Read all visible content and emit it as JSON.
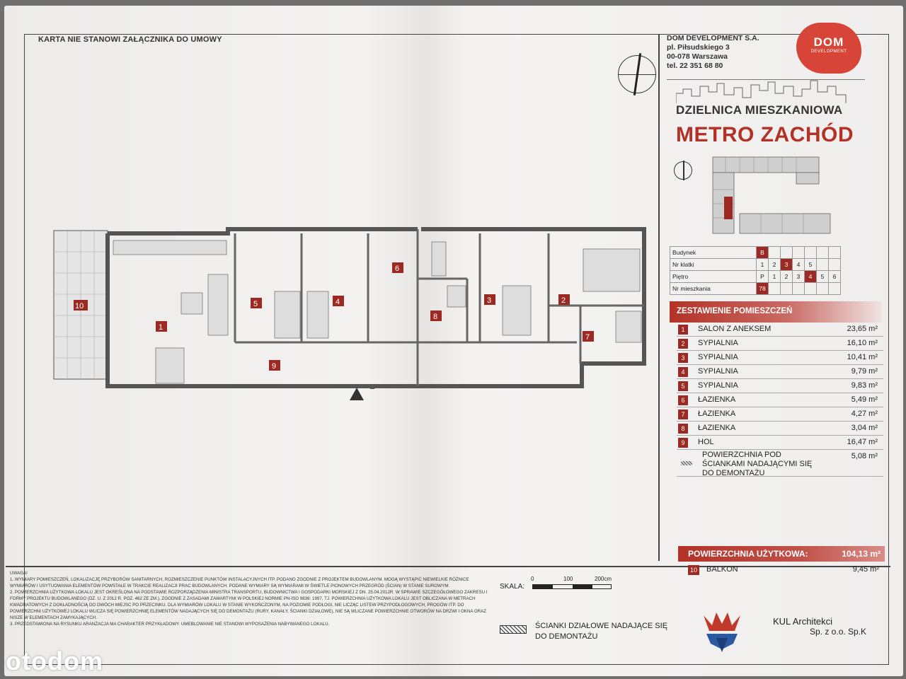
{
  "header": {
    "disclaimer": "KARTA NIE STANOWI ZAŁĄCZNIKA DO UMOWY"
  },
  "company": {
    "name": "DOM DEVELOPMENT S.A.",
    "address1": "pl. Piłsudskiego 3",
    "address2": "00-078 Warszawa",
    "phone": "tel. 22 351 68 80",
    "logo_text": "DOM",
    "logo_sub": "DEVELOPMENT",
    "logo_color": "#d64538"
  },
  "project": {
    "line1": "DZIELNICA MIESZKANIOWA",
    "line2": "METRO ZACHÓD",
    "accent_color": "#b33227"
  },
  "unit_info": {
    "budynek_label": "Budynek",
    "budynek_value": "B",
    "klatka_label": "Nr klatki",
    "klatki": [
      "1",
      "2",
      "3",
      "4",
      "5"
    ],
    "klatka_selected": "3",
    "pietro_label": "Piętro",
    "pietra": [
      "P",
      "1",
      "2",
      "3",
      "4",
      "5",
      "6"
    ],
    "pietro_selected": "4",
    "mieszkanie_label": "Nr mieszkania",
    "mieszkanie_value": "78"
  },
  "rooms": {
    "header": "ZESTAWIENIE POMIESZCZEŃ",
    "items": [
      {
        "num": "1",
        "name": "SALON Z ANEKSEM",
        "area": "23,65 m²"
      },
      {
        "num": "2",
        "name": "SYPIALNIA",
        "area": "16,10 m²"
      },
      {
        "num": "3",
        "name": "SYPIALNIA",
        "area": "10,41 m²"
      },
      {
        "num": "4",
        "name": "SYPIALNIA",
        "area": "9,79 m²"
      },
      {
        "num": "5",
        "name": "SYPIALNIA",
        "area": "9,83 m²"
      },
      {
        "num": "6",
        "name": "ŁAZIENKA",
        "area": "5,49 m²"
      },
      {
        "num": "7",
        "name": "ŁAZIENKA",
        "area": "4,27 m²"
      },
      {
        "num": "8",
        "name": "ŁAZIENKA",
        "area": "3,04 m²"
      },
      {
        "num": "9",
        "name": "HOL",
        "area": "16,47 m²"
      }
    ],
    "demolition_label": "POWIERZCHNIA POD ŚCIANKAMI NADAJĄCYMI SIĘ DO DEMONTAŻU",
    "demolition_area": "5,08 m²",
    "total_label": "POWIERZCHNIA UŻYTKOWA:",
    "total_area": "104,13 m²",
    "balcony_num": "10",
    "balcony_name": "BALKON",
    "balcony_area": "9,45 m²"
  },
  "plan_labels": {
    "r1": "1",
    "r2": "2",
    "r3": "3",
    "r4": "4",
    "r5": "5",
    "r6": "6",
    "r7": "7",
    "r8": "8",
    "r9": "9",
    "r10": "10"
  },
  "notes": {
    "title": "UWAGA!",
    "n1": "1. WYMIARY POMIESZCZEŃ, LOKALIZACJĘ PRZYBORÓW SANITARNYCH, ROZMIESZCZENIE PUNKTÓW INSTALACYJNYCH ITP. PODANO ZGODNIE Z PROJEKTEM BUDOWLANYM. MOGĄ WYSTĄPIĆ NIEWIELKIE RÓŻNICE WYMIARÓW I USYTUOWANIA ELEMENTÓW POWSTAŁE W TRAKCIE REALIZACJI PRAC BUDOWLANYCH. PODANE WYMIARY SĄ WYMIARAMI W ŚWIETLE PIONOWYCH PRZEGRÓD (ŚCIAN) W STANIE SUROWYM.",
    "n2": "2. POWIERZCHNIA UŻYTKOWA LOKALU JEST OKREŚLONA NA PODSTAWIE ROZPORZĄDZENIA MINISTRA TRANSPORTU, BUDOWNICTWA I GOSPODARKI MORSKIEJ Z DN. 25.04.2012R. W SPRAWIE SZCZEGÓŁOWEGO ZAKRESU I FORMY PROJEKTU BUDOWLANEGO (DZ. U. Z 2012 R. POZ. 462 ZE ZM.), ZGODNIE Z ZASADAMI ZAWARTYMI W POLSKIEJ NORMIE PN-ISO 9836: 1997, TJ. POWIERZCHNIA UŻYTKOWA LOKALU JEST OBLICZANA W METRACH KWADRATOWYCH Z DOKŁADNOŚCIĄ DO DWÓCH MIEJSC PO PRZECINKU. DLA WYMIARÓW LOKALU W STANIE WYKOŃCZONYM, NA POZIOMIE PODŁOGI, NIE LICZĄC LISTEW PRZYPODŁOGOWYCH, PROGÓW ITP. DO POWIERZCHNI UŻYTKOWEJ LOKALU WLICZA SIĘ POWIERZCHNIĘ ELEMENTÓW NADAJĄCYCH SIĘ DO DEMONTAŻU (RURY, KANAŁY, ŚCIANKI DZIAŁOWE), NIE SĄ WLICZANE POWIERZCHNIE OTWORÓW NA DRZWI I OKNA ORAZ NISZE W ELEMENTACH ZAMYKAJĄCYCH.",
    "n3": "3. PRZEDSTAWIONA NA RYSUNKU ARANŻACJA MA CHARAKTER PRZYKŁADOWY. UMEBLOWANIE NIE STANOWI WYPOSAŻENIA NABYWANEGO LOKALU."
  },
  "scale": {
    "label": "SKALA:",
    "t0": "0",
    "t100": "100",
    "t200": "200cm"
  },
  "legend": {
    "demolition_walls": "ŚCIANKI DZIAŁOWE NADAJĄCE SIĘ DO DEMONTAŻU"
  },
  "architect": {
    "name": "KUL Architekci",
    "sub": "Sp. z o.o. Sp.K"
  },
  "watermark": "otodom"
}
